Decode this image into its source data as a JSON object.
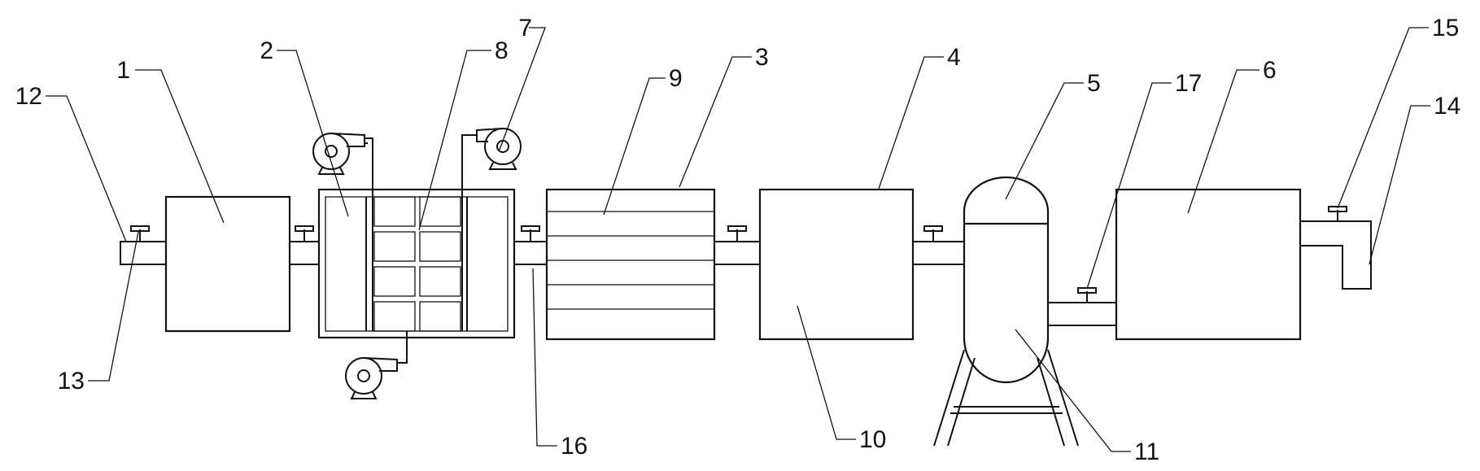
{
  "labels": {
    "l1": "1",
    "l2": "2",
    "l3": "3",
    "l4": "4",
    "l5": "5",
    "l6": "6",
    "l7": "7",
    "l8": "8",
    "l9": "9",
    "l10": "10",
    "l11": "11",
    "l12": "12",
    "l13": "13",
    "l14": "14",
    "l15": "15",
    "l16": "16",
    "l17": "17"
  },
  "colors": {
    "stroke": "#111111",
    "background": "#ffffff"
  }
}
